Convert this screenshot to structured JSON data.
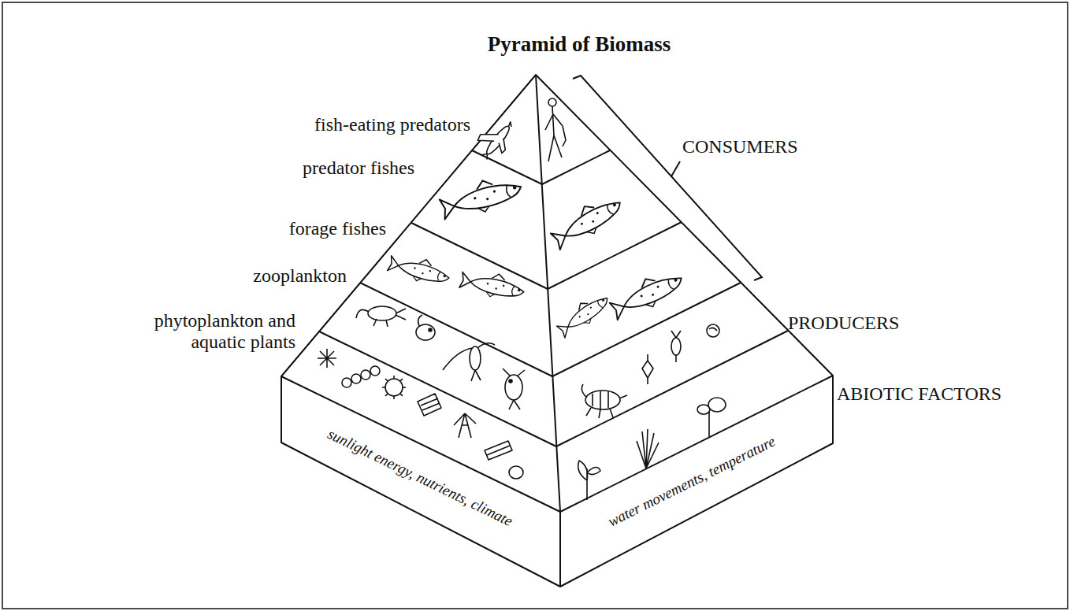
{
  "diagram": {
    "title": "Pyramid of Biomass",
    "labels": [
      "fish-eating predators",
      "predator fishes",
      "forage fishes",
      "zooplankton",
      "phytoplankton and aquatic plants",
      "CONSUMERS",
      "PRODUCERS",
      "ABIOTIC FACTORS",
      "sunlight energy, nutrients, climate",
      "water movements, temperature"
    ]
  }
}
